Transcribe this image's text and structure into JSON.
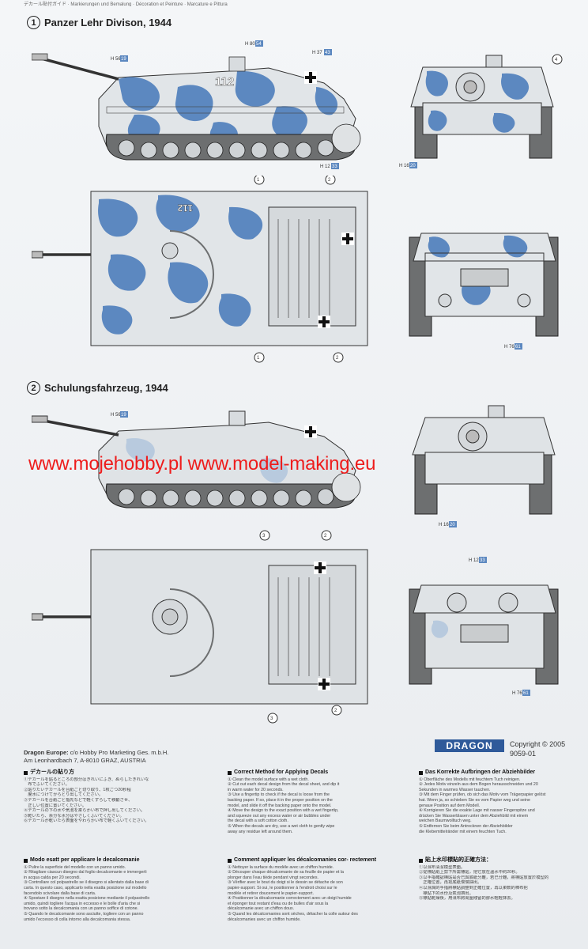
{
  "header_strip": "デカール貼付ガイド · Markierungen und Bemalung · Décoration et Peinture · Marcature e Pittura",
  "sections": [
    {
      "num": "1",
      "title": "Panzer Lehr Divison, 1944"
    },
    {
      "num": "2",
      "title": "Schulungsfahrzeug, 1944"
    }
  ],
  "callouts": {
    "s1_side_h": "H 56",
    "s1_side_h_num": "19",
    "s1_side_top": "H 80",
    "s1_side_top_num": "54",
    "s1_side_right": "H 37",
    "s1_side_right_num": "43",
    "s1_side_bottom": "H 12",
    "s1_side_bottom_num": "33",
    "s1_front_h": "H 16",
    "s1_front_h_num": "20",
    "s1_rear_h": "H 76",
    "s1_rear_h_num": "61",
    "s2_side_h": "H 56",
    "s2_side_h_num": "19",
    "s2_front_h": "H 16",
    "s2_front_h_num": "20",
    "s2_rear_top": "H 12",
    "s2_rear_top_num": "33",
    "s2_rear_h": "H 76",
    "s2_rear_h_num": "61",
    "n1": "1",
    "n2": "2",
    "n3": "3",
    "n4": "4"
  },
  "hull_number": "112",
  "hull_number_flipped": "112",
  "watermark": "www.mojehobby.pl www.model-making.eu",
  "dragon_europe": {
    "line1_bold": "Dragon Europe:",
    "line1_rest": " c/o Hobby Pro Marketing Ges. m.b.H.",
    "line2": "Am Leonhardbach 7, A-8010 GRAZ, AUSTRIA"
  },
  "logo": "DRAGON",
  "copyright": "Copyright © 2005",
  "code": "9059-01",
  "instructions": [
    {
      "title": "デカールの貼り方",
      "lines": [
        "①デカールを貼るところの部分はきれいにふき、ぬらしたきれいな",
        "　布でふいてください。",
        "②貼りたいデカールを台紙ごと切り取り、1枚ごつ20秒程",
        "　度水につけてからとり出してください。",
        "③デカールを台紙ごと指先などで軽くずらして移動させ、",
        "　正しい位置に置いてください。",
        "④デカールの下の水や気泡を柔らかい布で押し出してください。",
        "⑤乾いたら、余分な水分はやさしくふいてください。",
        "⑥デカールが乾いたら表面をやわらかい布で軽くふいてください。"
      ]
    },
    {
      "title": "Correct Method for Applying Decals",
      "lines": [
        "① Clean the model surface with a wet cloth.",
        "② Cut out each decal design from the decal sheet, and dip it",
        "   in warm water for 20 seconds.",
        "③ Use a fingertip to check if the decal is loose from the",
        "   backing paper. If so, place it in the proper position on the",
        "   model, and slide it off the backing paper onto the model.",
        "④ Move the design to the exact position with a wet fingertip,",
        "   and squeeze out any excess water or air bubbles under",
        "   the decal with a soft cotton cloth.",
        "⑤ When the decals are dry, use a wet cloth to gently wipe",
        "   away any residue left around them."
      ]
    },
    {
      "title": "Das Korrekte Aufbringen der Abziehbilder",
      "lines": [
        "① Oberfläche des Modells mit feuchtem Tuch reinigen.",
        "② Jedes Motiv einzeln aus dem Bogen herausschneiden und 20",
        "   Sekunden in warmes Wasser tauchen.",
        "③ Mit dem Finger prüfen, ob sich das Motiv vom Trägerpapier gelöst",
        "   hat. Wenn ja, so schieben Sie es vom Papier weg und seine",
        "   genaue Position auf dem Modell.",
        "④ Korrigieren Sie die exakte Lage mit nasser Fingerspitze und",
        "   drücken Sie Wasserblasen unter dem Abziehbild mit einem",
        "   weichen Baumwolltuch weg.",
        "⑤ Entfernen Sie beim Antrocknen der Abziehbilder",
        "   die Klebemittelränder mit einem feuchten Tuch."
      ]
    },
    {
      "title": "Modo esatt per applicare le decalcomanie",
      "lines": [
        "① Pulire la superficie del modello con un panno umido.",
        "② Ritagliare ciascun disegno dal foglio decalcomanie e immergerli",
        "   in acqua calda per 20 secondi.",
        "③ Controllare col polpastrello se il disegno si allentato dalla base di",
        "   carta. In questo caso, applicarlo nella esatta posizione sul modello",
        "   facendolo scivolare dalla base di carta.",
        "④ Spostare il disegno nella esatta posizione mediante il polpastrello",
        "   umido, quindi togliere l'acqua in eccesso e le bolle d'aria che si",
        "   trovano sotto la decalcomania con un panno soffice di cotone.",
        "⑤ Quando le decalcomanie sono asciutte, togliere con un panno",
        "   umido l'eccesso di colla intorno alla decalcomania stessa."
      ]
    },
    {
      "title": "Comment appliquer les décalcomanies cor- rectement",
      "lines": [
        "① Nettoyer la surface du modèle avec un chiffon humide.",
        "② Découper chaque décalcomanie de sa feuille de papier et la",
        "   plonger dans l'eau tiède pendant vingt secondes.",
        "③ Vérifier avec le bout du doigt si le dessin se détache de son",
        "   papier-support. Si oui, le positionner à l'endroit choisi sur le",
        "   modèle et retirer doucement le papier-support.",
        "④ Positionner la décalcomanie correctement avec un doigt humide",
        "   et éponger tout restant d'eau ou de bulles d'air sous la",
        "   décalcomanie avec un chiffon doux.",
        "⑤ Quand les décalcomanies sont sèches, détacher la colle autour des",
        "   décalcomanies avec un chiffon humide."
      ]
    },
    {
      "title": "貼上水印標貼的正確方法：",
      "lines": [
        "①以濕布清潔模型表面。",
        "②從標貼紙上剪下所需標貼，把它放在溫水中約20秒。",
        "③以手指確認標貼是否已與底紙分離，若已分離，將標貼放置於模型的",
        "　正確位置，再把底紙慢慢抽出。",
        "④以濕潤的手指將標貼調整到正確位置，再以柔軟的棉布把",
        "　標貼下的水份及氣泡擠出。",
        "⑤標貼乾燥後，用濕布將周圍殘留的膠水輕輕抹去。"
      ]
    }
  ],
  "colors": {
    "camo_blue": "#5c88c0",
    "camo_white": "#dfe3e6",
    "grey_base": "#c9ccce",
    "watermark_red": "#ee1c1c",
    "logo_blue": "#2f5a9a"
  }
}
